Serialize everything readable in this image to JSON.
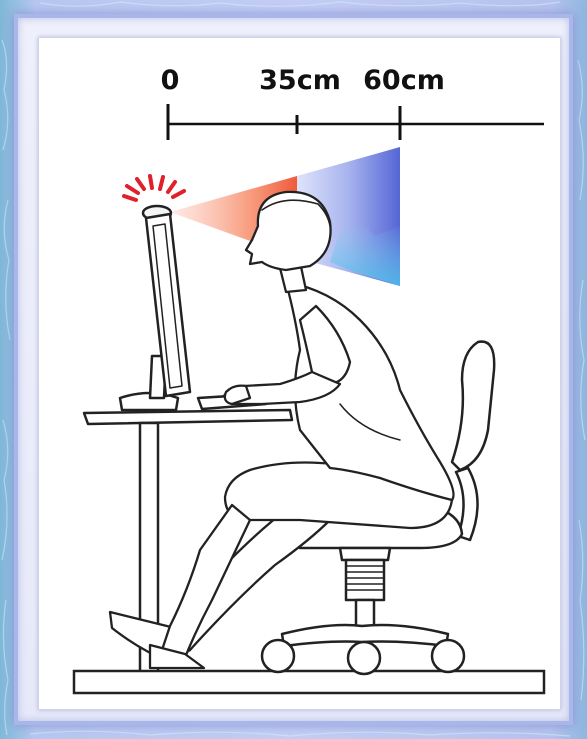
{
  "ruler": {
    "tick_origin": "0",
    "tick_near": "35cm",
    "tick_far": "60cm"
  },
  "colors": {
    "frame_border": "#a9b6ea",
    "near_zone": "#f05a3a",
    "far_zone": "#5566d6",
    "lamp_rays": "#e0202a"
  },
  "icons": {
    "lamp": "lamp-icon"
  }
}
